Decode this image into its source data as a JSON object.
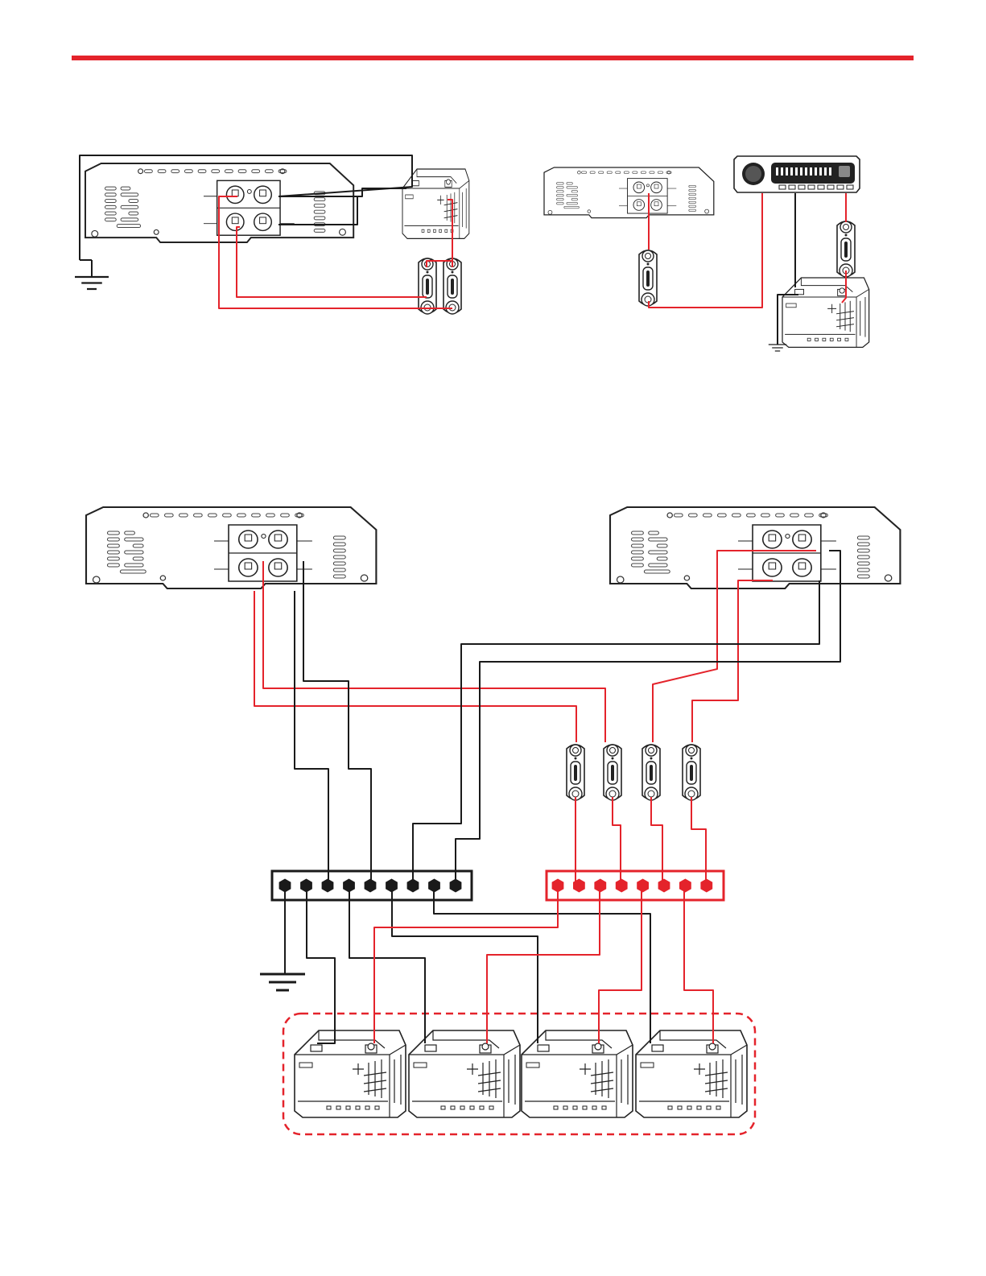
{
  "colors": {
    "accent": "#e4232b",
    "wire_positive": "#e4232b",
    "wire_ground": "#1a1a1a",
    "battery_bank_outline": "#e4232b"
  },
  "header": {
    "rule_color": "#e4232b"
  },
  "diagrams": [
    {
      "id": "top-left",
      "components": [
        "amplifier",
        "battery",
        "fuse-holder",
        "fuse-holder",
        "ground-symbol"
      ]
    },
    {
      "id": "top-right",
      "components": [
        "amplifier",
        "head-unit",
        "fuse-holder",
        "fuse-holder",
        "battery",
        "ground-symbol"
      ]
    },
    {
      "id": "bottom",
      "components": [
        "amplifier",
        "amplifier",
        "fuse-holder",
        "fuse-holder",
        "fuse-holder",
        "fuse-holder",
        "ground-distribution-block",
        "power-distribution-block",
        "battery",
        "battery",
        "battery",
        "battery",
        "ground-symbol",
        "battery-bank-outline"
      ],
      "ground_block_terminals": 9,
      "power_block_terminals": 8,
      "battery_count": 4
    }
  ],
  "icons": {
    "battery": "battery-icon",
    "fuse": "fuse-holder-icon",
    "ground": "ground-icon",
    "amplifier": "amplifier-icon",
    "head_unit": "head-unit-icon"
  }
}
